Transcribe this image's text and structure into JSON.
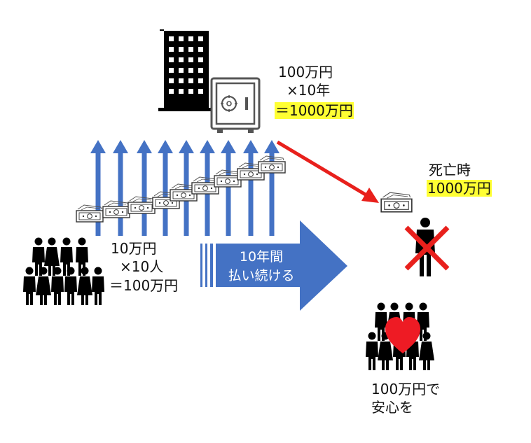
{
  "vault_note": {
    "line1": "100万円",
    "line2": "×10年",
    "line3": "＝1000万円"
  },
  "death_note": {
    "line1": "死亡時",
    "line2": "1000万円"
  },
  "group_note": {
    "line1": "10万円",
    "line2": "×10人",
    "line3": "＝100万円"
  },
  "big_arrow": {
    "line1": "10年間",
    "line2": "払い続ける"
  },
  "family_note": {
    "line1": "100万円で",
    "line2": "安心を"
  },
  "colors": {
    "arrow_blue": "#4472c4",
    "red": "#e8201c",
    "highlight": "#ffff33",
    "heart": "#ee1b24"
  },
  "icons": [
    "building-icon",
    "safe-icon",
    "money-bundle-icon",
    "person-icon",
    "cross-icon",
    "heart-icon",
    "people-group-icon"
  ]
}
